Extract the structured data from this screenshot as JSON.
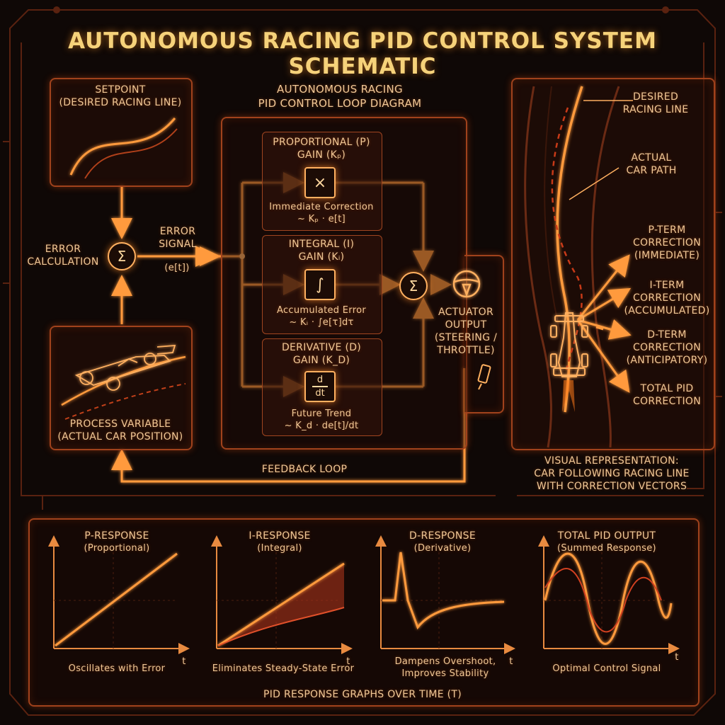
{
  "title": "AUTONOMOUS RACING PID CONTROL SYSTEM SCHEMATIC",
  "setpoint": {
    "label": "SETPOINT\n(DESIRED RACING LINE)"
  },
  "error_calc": {
    "label": "ERROR\nCALCULATION",
    "symbol": "Σ"
  },
  "error_signal": {
    "label": "ERROR\nSIGNAL",
    "sub": "(e[t])"
  },
  "loop_title": "AUTONOMOUS RACING\nPID CONTROL LOOP DIAGRAM",
  "gains": {
    "p": {
      "label": "PROPORTIONAL (P)\nGAIN (Kₚ)",
      "symbol": "×",
      "desc": "Immediate Correction\n~ Kₚ · e[t]"
    },
    "i": {
      "label": "INTEGRAL (I)\nGAIN (Kᵢ)",
      "symbol": "∫",
      "desc": "Accumulated Error\n~ Kᵢ · ∫e[τ]dτ"
    },
    "d": {
      "label": "DERIVATIVE (D)\nGAIN (K_d)",
      "symbol_top": "d",
      "symbol_bottom": "dt",
      "desc": "Future Trend\n~ K_d · de[t]/dt"
    }
  },
  "output_sum_symbol": "Σ",
  "actuator": {
    "label": "ACTUATOR\nOUTPUT\n(STEERING /\nTHROTTLE)"
  },
  "process": {
    "label": "PROCESS VARIABLE\n(ACTUAL CAR POSITION)"
  },
  "feedback": {
    "label": "FEEDBACK LOOP"
  },
  "track": {
    "desired": "DESIRED\nRACING LINE",
    "actual": "ACTUAL\nCAR PATH",
    "p_term": "P-TERM\nCORRECTION\n(Immediate)",
    "i_term": "I-TERM\nCORRECTION\n(Accumulated)",
    "d_term": "D-TERM\nCORRECTION\n(Anticipatory)",
    "total": "TOTAL PID\nCORRECTION",
    "caption": "VISUAL REPRESENTATION:\nCAR FOLLOWING RACING LINE\nWITH CORRECTION VECTORS"
  },
  "graphs": {
    "footer": "PID RESPONSE GRAPHS OVER TIME (t)",
    "axis_t": "t",
    "items": [
      {
        "title": "P-RESPONSE",
        "sub": "(Proportional)",
        "caption": "Oscillates with Error"
      },
      {
        "title": "I-RESPONSE",
        "sub": "(Integral)",
        "caption": "Eliminates Steady-State Error"
      },
      {
        "title": "D-RESPONSE",
        "sub": "(Derivative)",
        "caption": "Dampens Overshoot,\nImproves Stability"
      },
      {
        "title": "TOTAL PID OUTPUT",
        "sub": "(Summed Response)",
        "caption": "Optimal Control Signal"
      }
    ]
  },
  "colors": {
    "background": "#0f0806",
    "glow": "#ff8a2a",
    "line": "#ff9a3c",
    "panel_border": "#a0421c",
    "text": "#f1c896",
    "title": "#f6d27a"
  }
}
